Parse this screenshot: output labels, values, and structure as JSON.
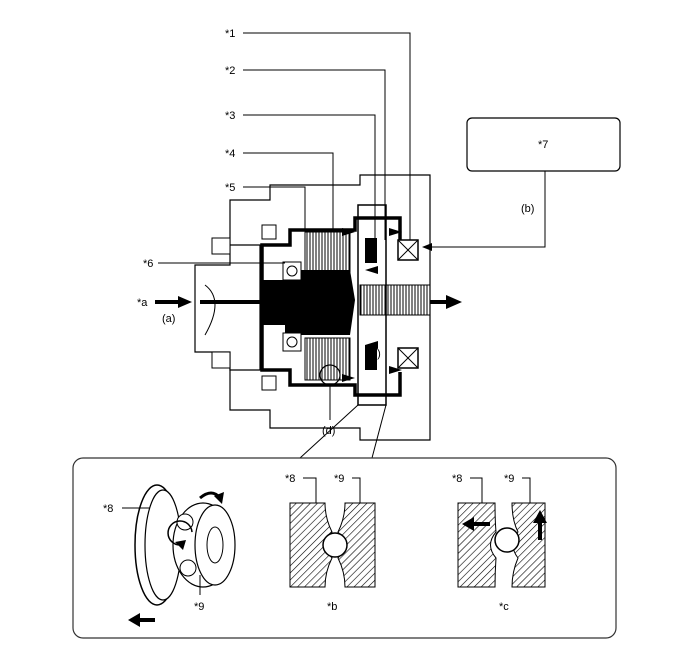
{
  "callouts": {
    "c1": "*1",
    "c2": "*2",
    "c3": "*3",
    "c4": "*4",
    "c5": "*5",
    "c6": "*6",
    "c7": "*7",
    "c8": "*8",
    "c9": "*9"
  },
  "letters": {
    "a": "*a",
    "b": "*b",
    "c": "*c"
  },
  "markers": {
    "a": "(a)",
    "b": "(b)",
    "c": "(c)",
    "d": "(d)"
  },
  "colors": {
    "ink": "#000000",
    "paper": "#ffffff",
    "panel_stroke": "#333333"
  }
}
